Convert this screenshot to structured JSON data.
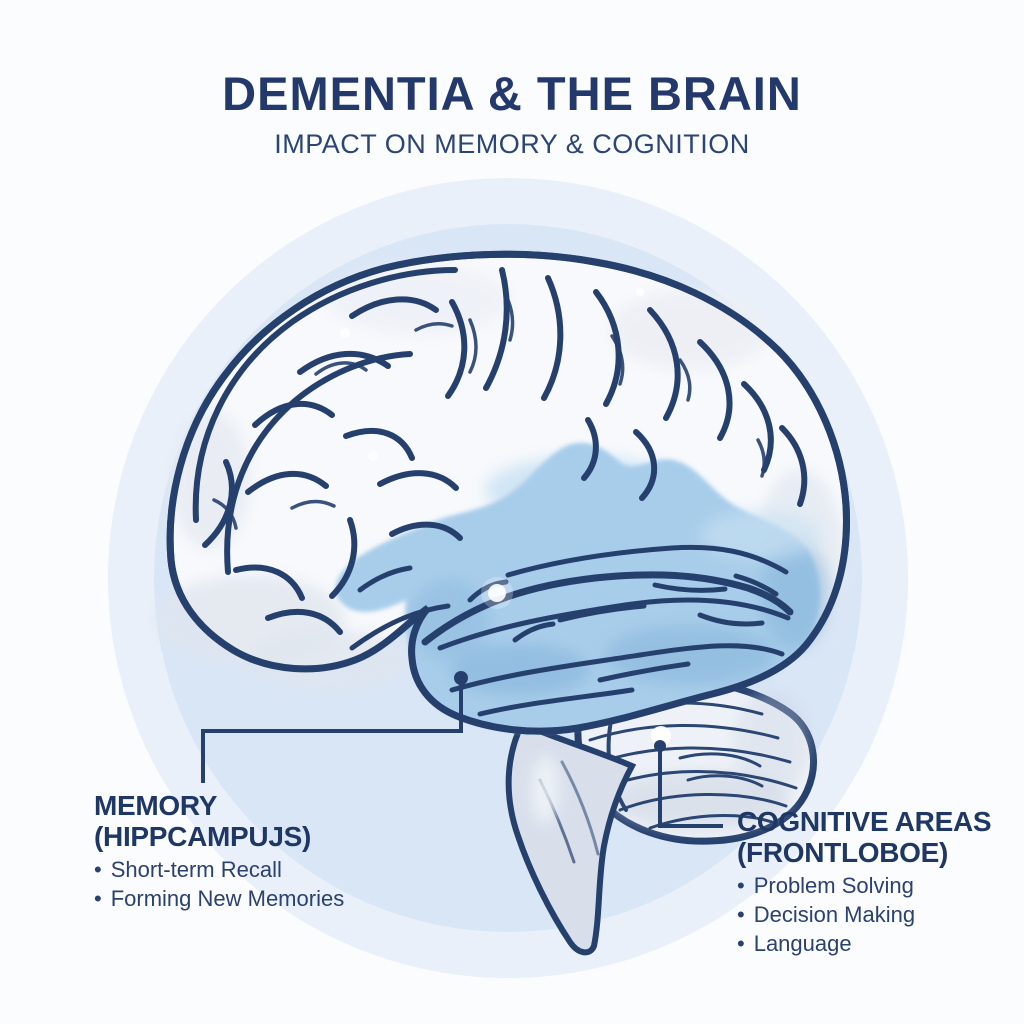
{
  "header": {
    "title": "DEMENTIA & THE BRAIN",
    "subtitle": "IMPACT ON MEMORY & COGNITION"
  },
  "annotations": {
    "memory": {
      "title": "MEMORY",
      "subtitle": "(HIPPCAMPUJS)",
      "bullet_glyph": "•",
      "bullets": [
        "Short-term Recall",
        "Forming New Memories"
      ]
    },
    "cognitive": {
      "title": "COGNITIVE AREAS",
      "subtitle": "(FRONTLOBOE)",
      "bullet_glyph": "•",
      "bullets": [
        "Problem Solving",
        "Decision Making",
        "Language"
      ]
    }
  },
  "illustration": {
    "subject": "brain-side-view",
    "highlight_style": "blue-wash-on-temporal-and-rear-regions",
    "markers": [
      "memory-region-dot",
      "cognitive-region-dot"
    ]
  },
  "colors": {
    "title_navy": "#24396b",
    "outline_navy": "#26406e",
    "highlight_blue": "#a8cdea",
    "highlight_blue_dark": "#84b2da",
    "highlight_blue_light": "#c9e1f3",
    "cortex_white": "#f7f9fc",
    "cortex_shadow": "#dfe5ee",
    "cerebellum_fill": "#eef2f8",
    "brainstem_fill": "#d8dfeb",
    "background_circle_inner": "#d9e6f6",
    "background_circle_outer": "#e9f0fa",
    "page_background": "#fbfcfe"
  }
}
